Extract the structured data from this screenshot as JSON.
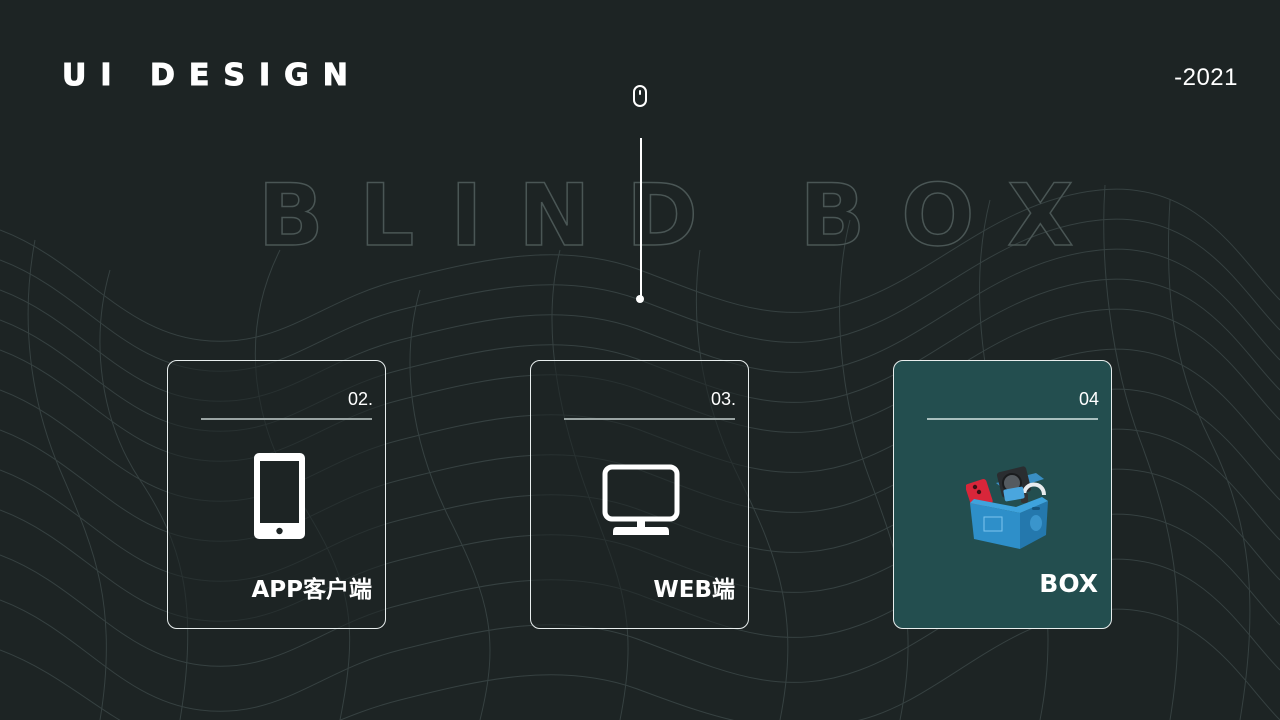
{
  "header": {
    "brand": "UI DESIGN",
    "year": "-2021"
  },
  "hero": {
    "background_title": "BLIND BOX",
    "scroll_indicator_icon": "mouse-icon"
  },
  "cards": [
    {
      "number": "02.",
      "label": "APP客户端",
      "icon": "smartphone-icon",
      "active": false
    },
    {
      "number": "03.",
      "label": "WEB端",
      "icon": "monitor-icon",
      "active": false
    },
    {
      "number": "04",
      "label": "BOX",
      "icon": "blind-box-image",
      "active": true
    }
  ],
  "colors": {
    "background": "#1d2424",
    "card_active": "#234e4f",
    "card_border": "#e8eeee",
    "outline_text": "#4a5655",
    "wave_lines": "#3a4545"
  }
}
